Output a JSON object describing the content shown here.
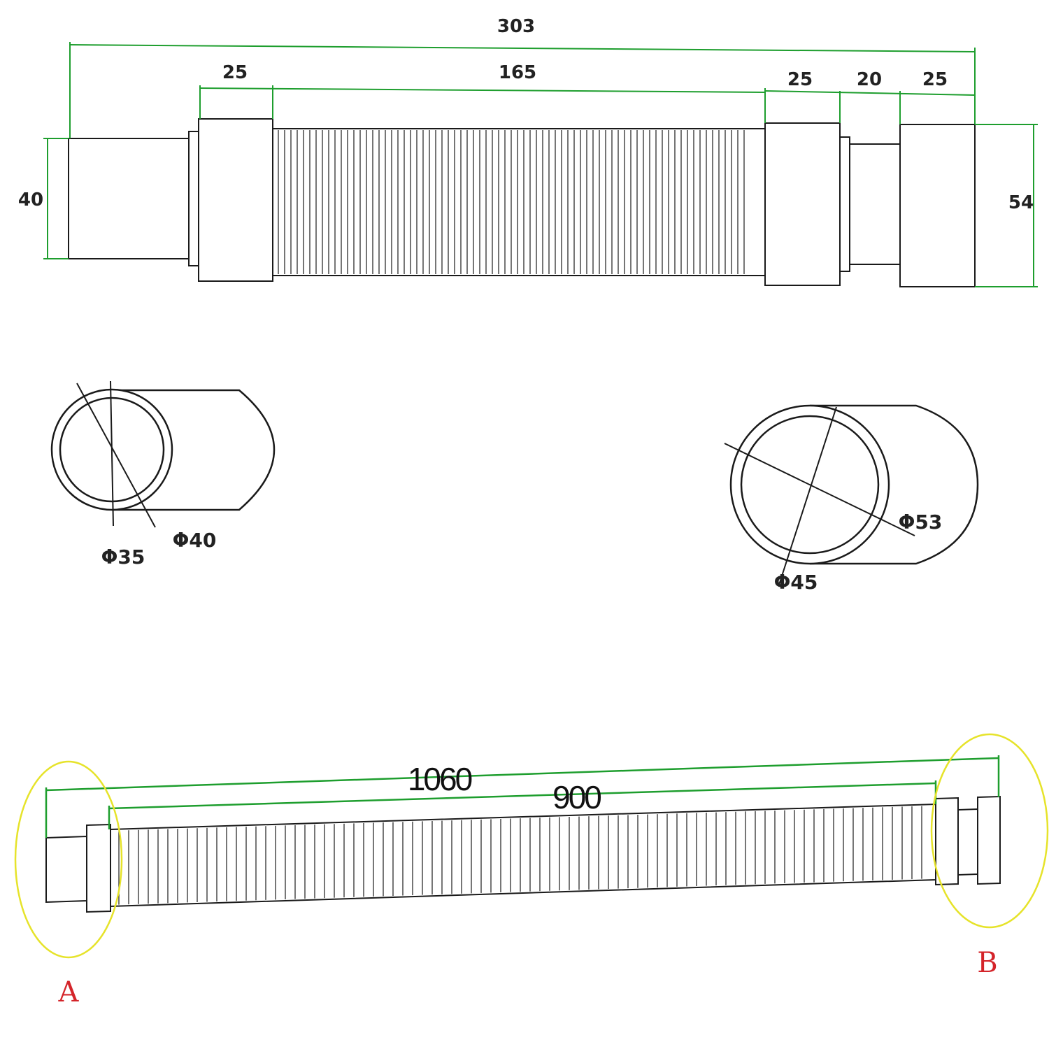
{
  "top_view": {
    "overall_length": "303",
    "seg_left_collar": "25",
    "seg_corrugated": "165",
    "seg_right_collar": "25",
    "seg_spigot": "20",
    "seg_end_cap": "25",
    "height_left": "40",
    "height_right": "54"
  },
  "end_views": {
    "left_inner": "Φ35",
    "left_outer": "Φ40",
    "right_outer": "Φ53",
    "right_inner": "Φ45"
  },
  "extended_view": {
    "overall_length": "1060",
    "hose_length": "900",
    "marker_a": "A",
    "marker_b": "B"
  },
  "colors": {
    "dimension_line": "#1e9e2e",
    "outline": "#1a1a1a",
    "callout_circle": "#e6e32a",
    "marker_text": "#d4242a"
  }
}
